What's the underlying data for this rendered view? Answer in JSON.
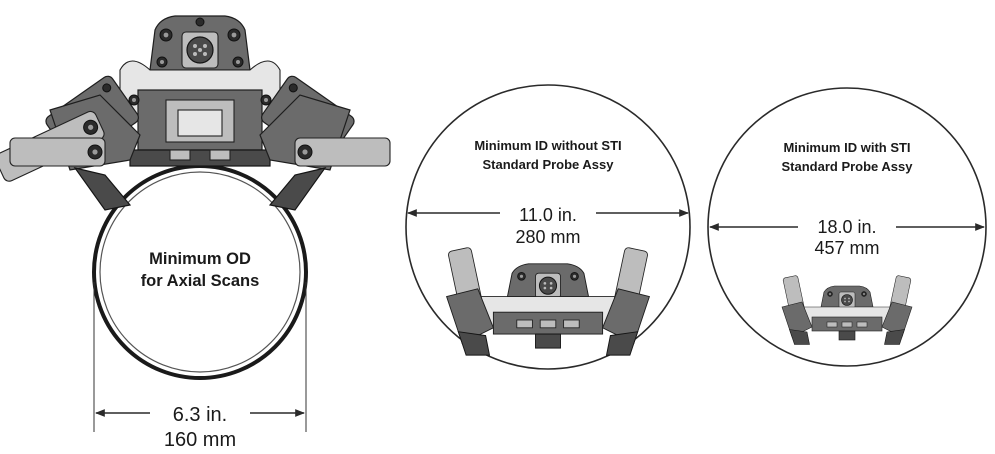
{
  "panels": [
    {
      "id": "od",
      "label_line1": "Minimum OD",
      "label_line2": "for Axial Scans",
      "dimension_in": "6.3 in.",
      "dimension_mm": "160 mm"
    },
    {
      "id": "id-without-sti",
      "label_line1": "Minimum ID without STI",
      "label_line2": "Standard Probe Assy",
      "dimension_in": "11.0 in.",
      "dimension_mm": "280 mm"
    },
    {
      "id": "id-with-sti",
      "label_line1": "Minimum ID with STI",
      "label_line2": "Standard Probe Assy",
      "dimension_in": "18.0 in.",
      "dimension_mm": "457 mm"
    }
  ],
  "colors": {
    "line": "#2a2a2a",
    "metal": "#6b6b6b",
    "metal_dark": "#4a4a4a",
    "metal_light": "#bdbdbd"
  }
}
